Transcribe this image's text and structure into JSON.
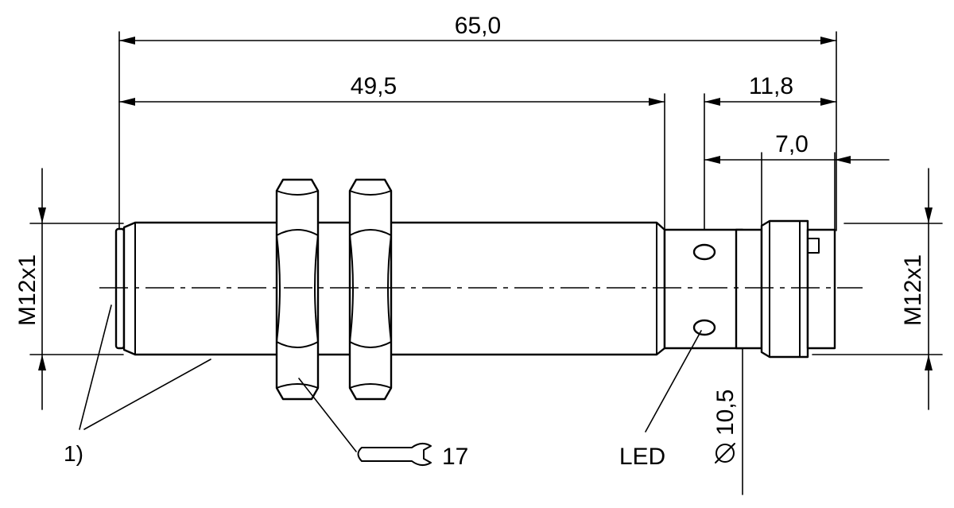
{
  "dimensions": {
    "overall_length": "65,0",
    "thread_length": "49,5",
    "head_length": "11,8",
    "connector_length": "7,0",
    "thread_left": "M12x1",
    "thread_right": "M12x1",
    "diameter": "10,5"
  },
  "callouts": {
    "note": "1)",
    "wrench_size": "17",
    "led": "LED"
  },
  "symbols": {
    "diameter_icon": "diameter-symbol",
    "wrench_icon": "open-wrench-icon"
  }
}
